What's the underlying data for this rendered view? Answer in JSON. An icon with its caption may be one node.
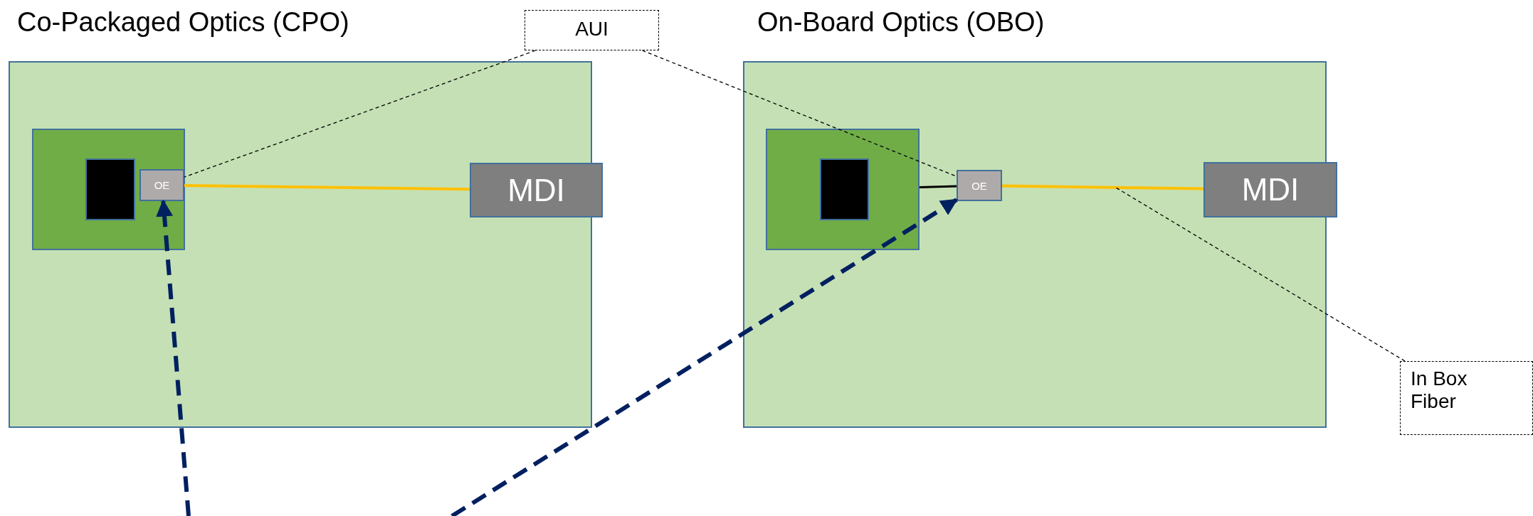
{
  "diagram": {
    "nodes": [
      {
        "text": [
          "Co-Packaged Optics (CPO)"
        ]
      },
      {
        "text": [],
        "shape": "box",
        "in": 0
      },
      {
        "text": [],
        "shape": "box",
        "in": 1
      },
      {
        "text": [
          "OE"
        ],
        "in": 1
      },
      {
        "text": [
          "MDI"
        ]
      },
      {
        "text": [
          "AUI"
        ]
      },
      {
        "text": [
          "On-Board Optics (OBO)"
        ]
      },
      {
        "text": [],
        "shape": "box",
        "in": 6
      },
      {
        "text": [],
        "shape": "box",
        "in": 7
      },
      {
        "text": [
          "OE"
        ],
        "in": 6
      },
      {
        "text": [
          "MDI"
        ]
      },
      {
        "text": [
          "In Box Fiber"
        ]
      }
    ],
    "edges": [
      {
        "from": 3,
        "to": 4,
        "arrow": "none",
        "color": "#ffc000"
      },
      {
        "from": 7,
        "to": 9,
        "arrow": "none"
      },
      {
        "from": 9,
        "to": 10,
        "arrow": "none",
        "color": "#ffc000"
      },
      {
        "from": 5,
        "to": 3,
        "arrow": "none",
        "style": "dashed"
      },
      {
        "from": 5,
        "to": 9,
        "arrow": "none",
        "style": "dashed"
      },
      {
        "from": 11,
        "to": null,
        "arrow": "none",
        "style": "dashed"
      },
      {
        "from": null,
        "to": 3,
        "arrow": "to",
        "style": "dashed",
        "color": "#002060"
      },
      {
        "from": null,
        "to": 9,
        "arrow": "to",
        "style": "dashed",
        "color": "#002060"
      }
    ]
  }
}
